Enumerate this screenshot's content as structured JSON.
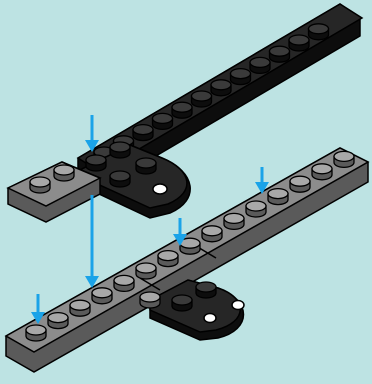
{
  "colors": {
    "background": "#bde3e3",
    "black_top": "#262626",
    "black_side": "#0d0d0d",
    "black_stud_top": "#3a3a3a",
    "gray_top": "#8c8c8c",
    "gray_side": "#5a5a5a",
    "gray_stud_top": "#a8a8a8",
    "outline": "#000000",
    "arrow": "#1aa3e8",
    "hole": "#ffffff"
  },
  "icons": {
    "arrow": "down-arrow-icon",
    "stud": "stud-icon",
    "hole": "pin-hole-icon"
  },
  "parts": {
    "upper_long_plate": {
      "color": "black",
      "studs": 14
    },
    "upper_rounded_plate": {
      "color": "black",
      "studs": 4,
      "holes": 1
    },
    "upper_short_plate": {
      "color": "gray",
      "studs": 2
    },
    "lower_long_plate": {
      "color": "gray",
      "studs": 16
    },
    "lower_rounded_plate": {
      "color": "black",
      "studs": 3,
      "holes": 2
    }
  },
  "arrow_count": 5
}
